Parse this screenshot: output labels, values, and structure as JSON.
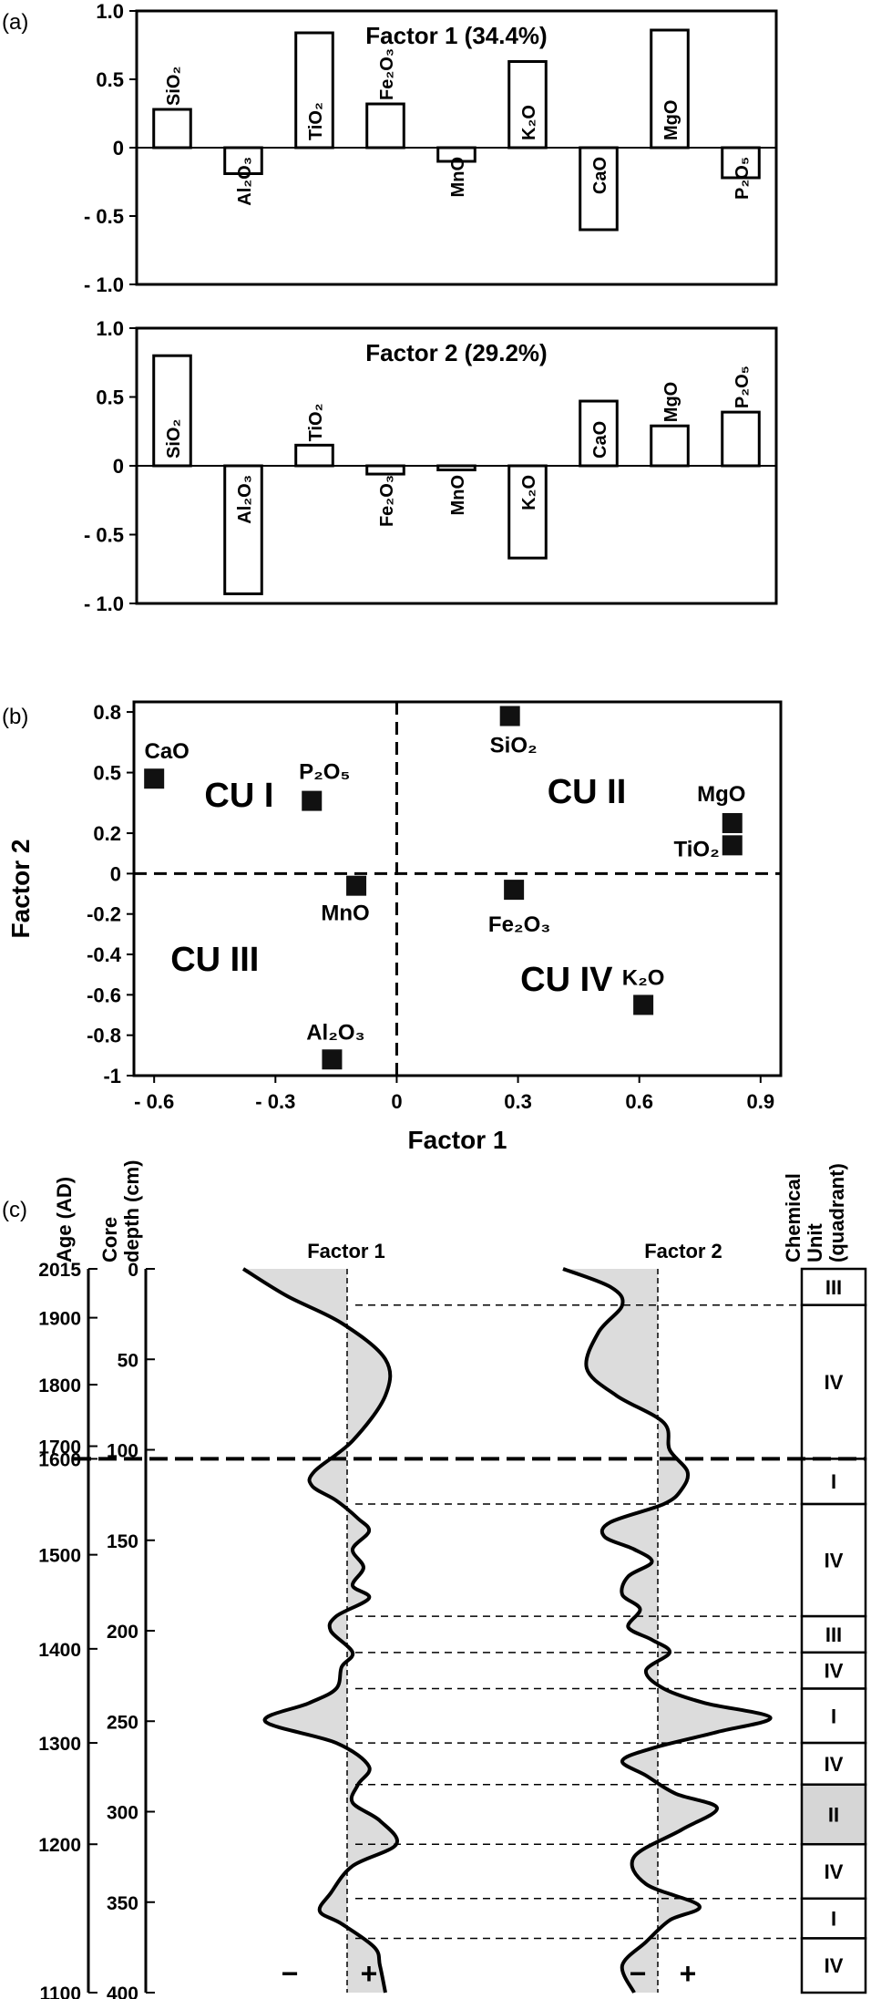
{
  "panel_labels": [
    "(a)",
    "(b)",
    "(c)"
  ],
  "chart_data": [
    {
      "type": "bar",
      "title": "Factor 1 (34.4%)",
      "categories": [
        "SiO₂",
        "Al₂O₃",
        "TiO₂",
        "Fe₂O₃",
        "MnO",
        "K₂O",
        "CaO",
        "MgO",
        "P₂O₅"
      ],
      "values": [
        0.28,
        -0.19,
        0.84,
        0.32,
        -0.1,
        0.63,
        -0.6,
        0.86,
        -0.22
      ],
      "ylim": [
        -1.0,
        1.0
      ],
      "yticks": [
        "1.0",
        "0.5",
        "0",
        "- 0.5",
        "- 1.0"
      ]
    },
    {
      "type": "bar",
      "title": "Factor 2 (29.2%)",
      "categories": [
        "SiO₂",
        "Al₂O₃",
        "TiO₂",
        "Fe₂O₃",
        "MnO",
        "K₂O",
        "CaO",
        "MgO",
        "P₂O₅"
      ],
      "values": [
        0.8,
        -0.93,
        0.15,
        -0.06,
        -0.03,
        -0.67,
        0.47,
        0.29,
        0.39
      ],
      "ylim": [
        -1.0,
        1.0
      ],
      "yticks": [
        "1.0",
        "0.5",
        "0",
        "- 0.5",
        "- 1.0"
      ]
    },
    {
      "type": "scatter",
      "xlabel": "Factor 1",
      "ylabel": "Factor 2",
      "xlim": [
        -0.65,
        0.95
      ],
      "ylim": [
        -1.0,
        0.85
      ],
      "xticks": [
        "- 0.6",
        "- 0.3",
        "0",
        "0.3",
        "0.6",
        "0.9"
      ],
      "yticks": [
        "0.8",
        "0.5",
        "0.2",
        "0",
        "-0.2",
        "-0.4",
        "-0.6",
        "-0.8",
        "-1"
      ],
      "points": [
        {
          "label": "CaO",
          "x": -0.6,
          "y": 0.47
        },
        {
          "label": "P₂O₅",
          "x": -0.21,
          "y": 0.36
        },
        {
          "label": "MnO",
          "x": -0.1,
          "y": -0.06
        },
        {
          "label": "Al₂O₃",
          "x": -0.16,
          "y": -0.92
        },
        {
          "label": "SiO₂",
          "x": 0.28,
          "y": 0.78
        },
        {
          "label": "Fe₂O₃",
          "x": 0.29,
          "y": -0.08
        },
        {
          "label": "MgO",
          "x": 0.83,
          "y": 0.25
        },
        {
          "label": "TiO₂",
          "x": 0.83,
          "y": 0.14
        },
        {
          "label": "K₂O",
          "x": 0.61,
          "y": -0.65
        }
      ],
      "quadrants": [
        "CU I",
        "CU II",
        "CU III",
        "CU IV"
      ]
    },
    {
      "type": "area",
      "ylabel_age": "Age (AD)",
      "ylabel_depth": "Core depth (cm)",
      "age_ticks": [
        "2015",
        "1900",
        "1800",
        "1700",
        "1600",
        "1500",
        "1400",
        "1300",
        "1200",
        "1100"
      ],
      "depth_ticks": [
        "0",
        "50",
        "100",
        "150",
        "200",
        "250",
        "300",
        "350",
        "400"
      ],
      "series": [
        {
          "name": "Factor 1",
          "depth": [
            0,
            15,
            30,
            50,
            70,
            95,
            112,
            120,
            128,
            138,
            145,
            155,
            165,
            175,
            182,
            192,
            200,
            212,
            220,
            232,
            240,
            250,
            262,
            275,
            285,
            295,
            305,
            318,
            330,
            345,
            355,
            362,
            375,
            385,
            400
          ],
          "value": [
            -0.95,
            -0.55,
            -0.05,
            0.35,
            0.35,
            0.05,
            -0.3,
            -0.32,
            -0.1,
            0.1,
            0.2,
            0.05,
            0.15,
            0.05,
            0.2,
            -0.1,
            -0.15,
            0.05,
            -0.05,
            -0.1,
            -0.35,
            -0.75,
            -0.1,
            0.2,
            0.1,
            0.05,
            0.3,
            0.45,
            0.05,
            -0.15,
            -0.25,
            -0.05,
            0.25,
            0.3,
            0.35
          ]
        },
        {
          "name": "Factor 2",
          "depth": [
            0,
            10,
            20,
            35,
            55,
            70,
            85,
            100,
            112,
            122,
            130,
            140,
            148,
            155,
            162,
            170,
            180,
            188,
            198,
            205,
            212,
            222,
            232,
            240,
            248,
            256,
            265,
            272,
            280,
            290,
            298,
            310,
            325,
            340,
            352,
            360,
            372,
            385,
            400
          ],
          "value": [
            -0.8,
            -0.4,
            -0.3,
            -0.5,
            -0.6,
            -0.35,
            0.05,
            0.1,
            0.25,
            0.2,
            0.05,
            -0.4,
            -0.45,
            -0.2,
            -0.05,
            -0.25,
            -0.3,
            -0.15,
            -0.25,
            -0.05,
            0.1,
            -0.1,
            0.05,
            0.4,
            0.95,
            0.5,
            -0.05,
            -0.3,
            -0.1,
            0.15,
            0.5,
            0.2,
            -0.2,
            -0.1,
            0.35,
            0.1,
            -0.1,
            -0.3,
            -0.2
          ]
        }
      ],
      "plus_minus": [
        "−",
        "+",
        "−",
        "+"
      ],
      "unit_header": "Chemical Unit (quadrant)",
      "units": [
        {
          "label": "III",
          "top": 0,
          "bottom": 20
        },
        {
          "label": "IV",
          "top": 20,
          "bottom": 105
        },
        {
          "label": "I",
          "top": 105,
          "bottom": 130
        },
        {
          "label": "IV",
          "top": 130,
          "bottom": 192
        },
        {
          "label": "III",
          "top": 192,
          "bottom": 212
        },
        {
          "label": "IV",
          "top": 212,
          "bottom": 232
        },
        {
          "label": "I",
          "top": 232,
          "bottom": 262
        },
        {
          "label": "IV",
          "top": 262,
          "bottom": 285
        },
        {
          "label": "II",
          "top": 285,
          "bottom": 318,
          "shaded": true
        },
        {
          "label": "IV",
          "top": 318,
          "bottom": 348
        },
        {
          "label": "I",
          "top": 348,
          "bottom": 370
        },
        {
          "label": "IV",
          "top": 370,
          "bottom": 400
        }
      ],
      "boundary_1600_depth": 105
    }
  ]
}
